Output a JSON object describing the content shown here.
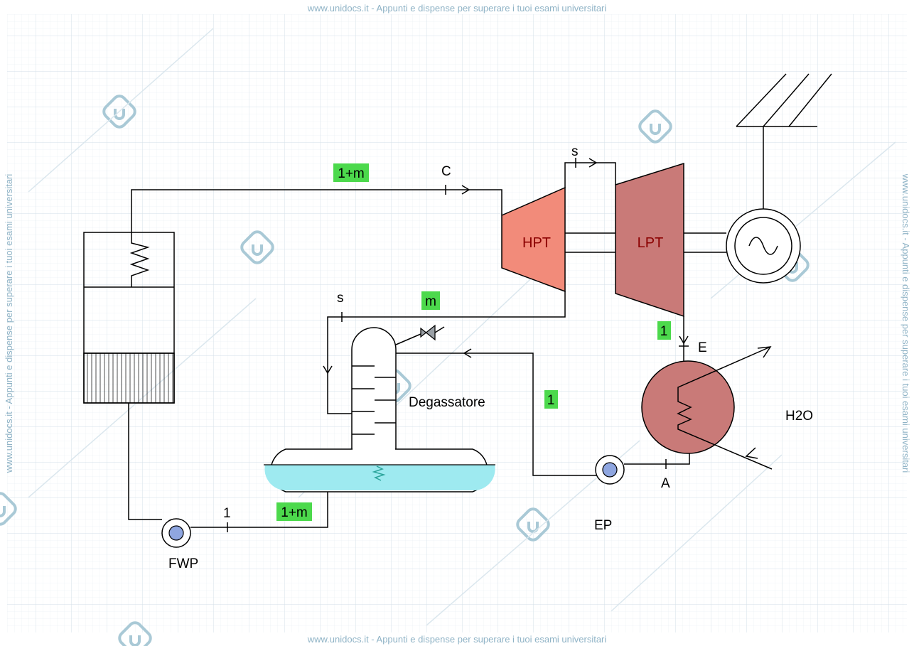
{
  "watermark": {
    "header": "www.unidocs.it - Appunti e dispense per superare i tuoi esami universitari",
    "footer": "www.unidocs.it - Appunti e dispense per superare i tuoi esami universitari",
    "side_left": "www.unidocs.it - Appunti e dispense per superare i tuoi esami universitari",
    "side_right": "www.unidocs.it - Appunti e dispense per superare i tuoi esami universitari"
  },
  "components": {
    "hpt": "HPT",
    "lpt": "LPT",
    "degasser": "Degassatore",
    "fwp": "FWP",
    "ep": "EP",
    "cooling_water": "H2O"
  },
  "points": {
    "c": "C",
    "e": "E",
    "a": "A",
    "s_top": "s",
    "s_bleed": "s",
    "one_fwp": "1"
  },
  "flow_tags": {
    "main_steam": "1+m",
    "bleed": "m",
    "condenser_in": "1",
    "condensate": "1",
    "feedwater": "1+m"
  },
  "colors": {
    "hpt": "#f28b7a",
    "lpt": "#c97a78",
    "condenser": "#c97a78",
    "tank_water": "#9eeaf0",
    "tag_bg": "#4cd94c",
    "pump_core": "#8fa6e0",
    "grid": "#d9e4ec"
  }
}
